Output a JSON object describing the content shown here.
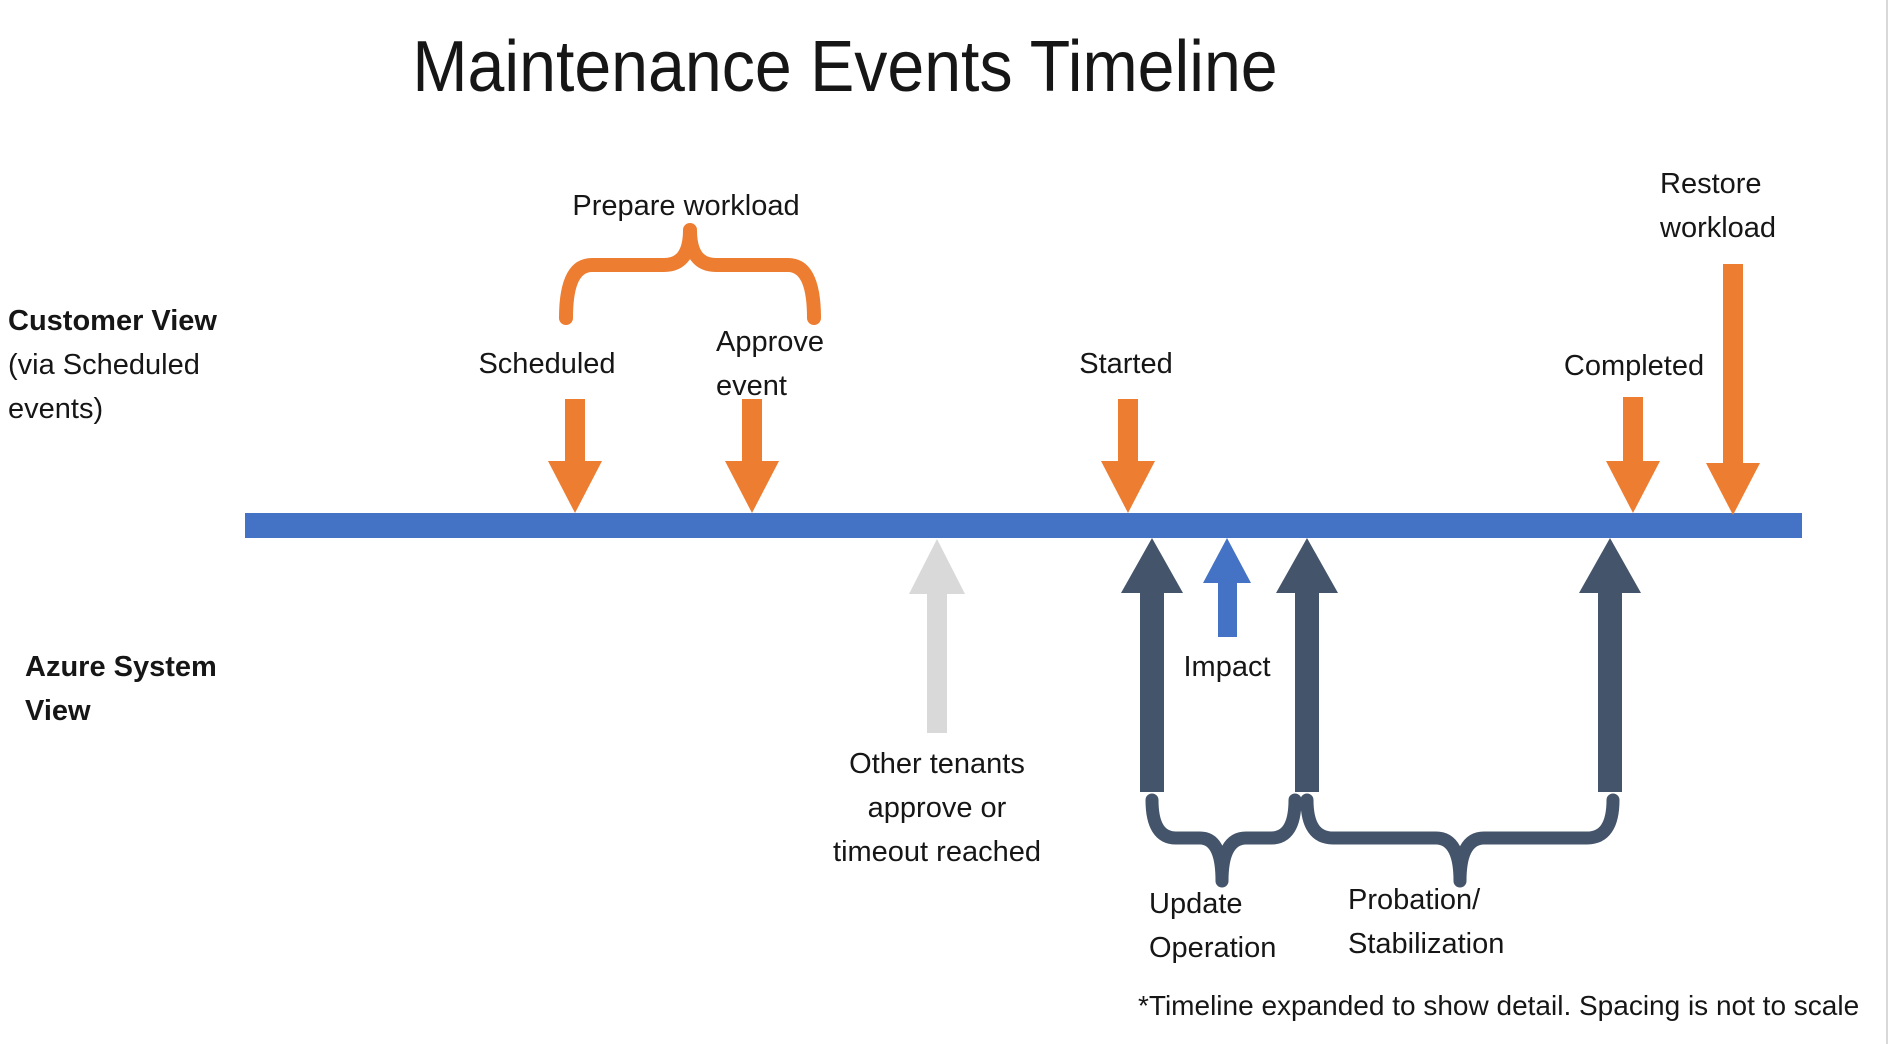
{
  "title": "Maintenance Events Timeline",
  "views": {
    "customer_heading": "Customer View",
    "customer_sub": "(via Scheduled\nevents)",
    "azure": "Azure System\nView"
  },
  "customer_events": {
    "prepare": "Prepare workload",
    "scheduled": "Scheduled",
    "approve": "Approve\nevent",
    "started": "Started",
    "completed": "Completed",
    "restore": "Restore\nworkload"
  },
  "system_events": {
    "other_tenants": "Other tenants\napprove or\ntimeout reached",
    "impact": "Impact",
    "update_operation": "Update\nOperation",
    "probation": "Probation/\nStabilization"
  },
  "footnote": "*Timeline expanded to show detail. Spacing is not to scale",
  "colors": {
    "timeline_bar": "#4472C4",
    "customer_event_arrows": "#ED7D31",
    "system_event_arrows": "#44546A",
    "impact_arrow": "#4472C4",
    "other_tenants_arrow": "#D9D9D9",
    "text": "#161616"
  },
  "icons": {
    "customer_arrows": "arrow-down-icon",
    "system_arrows": "arrow-up-icon",
    "prepare_brace": "brace-up-icon",
    "duration_braces": "brace-down-icon"
  }
}
